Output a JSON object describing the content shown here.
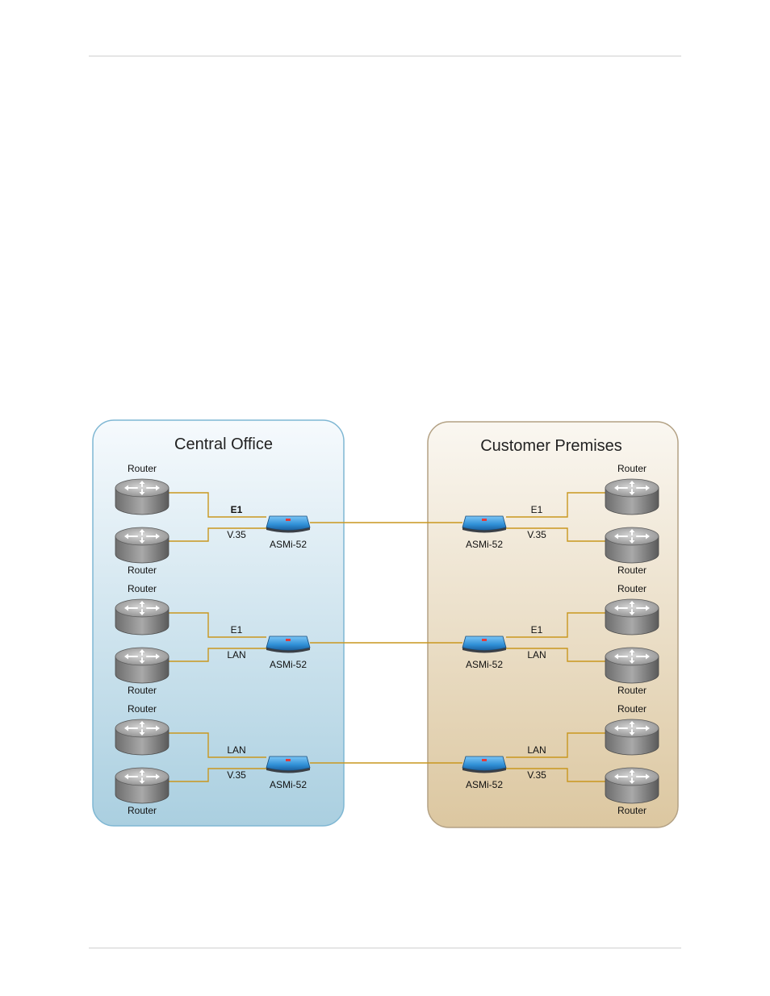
{
  "central_office": {
    "title": "Central Office",
    "groups": [
      {
        "top_router": "Router",
        "bottom_router": "Router",
        "link_top": "E1",
        "link_bottom": "V.35",
        "modem": "ASMi-52"
      },
      {
        "top_router": "Router",
        "bottom_router": "Router",
        "link_top": "E1",
        "link_bottom": "LAN",
        "modem": "ASMi-52"
      },
      {
        "top_router": "Router",
        "bottom_router": "Router",
        "link_top": "LAN",
        "link_bottom": "V.35",
        "modem": "ASMi-52"
      }
    ]
  },
  "customer_premises": {
    "title": "Customer Premises",
    "groups": [
      {
        "top_router": "Router",
        "bottom_router": "Router",
        "link_top": "E1",
        "link_bottom": "V.35",
        "modem": "ASMi-52"
      },
      {
        "top_router": "Router",
        "bottom_router": "Router",
        "link_top": "E1",
        "link_bottom": "LAN",
        "modem": "ASMi-52"
      },
      {
        "top_router": "Router",
        "bottom_router": "Router",
        "link_top": "LAN",
        "link_bottom": "V.35",
        "modem": "ASMi-52"
      }
    ]
  },
  "colors": {
    "cable": "#c9971e",
    "central_panel_top": "#f6fafd",
    "central_panel_bottom": "#aacfe0",
    "central_panel_border": "#7fb7d3",
    "customer_panel_top": "#faf7f1",
    "customer_panel_bottom": "#dcc7a0",
    "customer_panel_border": "#b3a184",
    "modem_blue": "#2f8fd6"
  }
}
